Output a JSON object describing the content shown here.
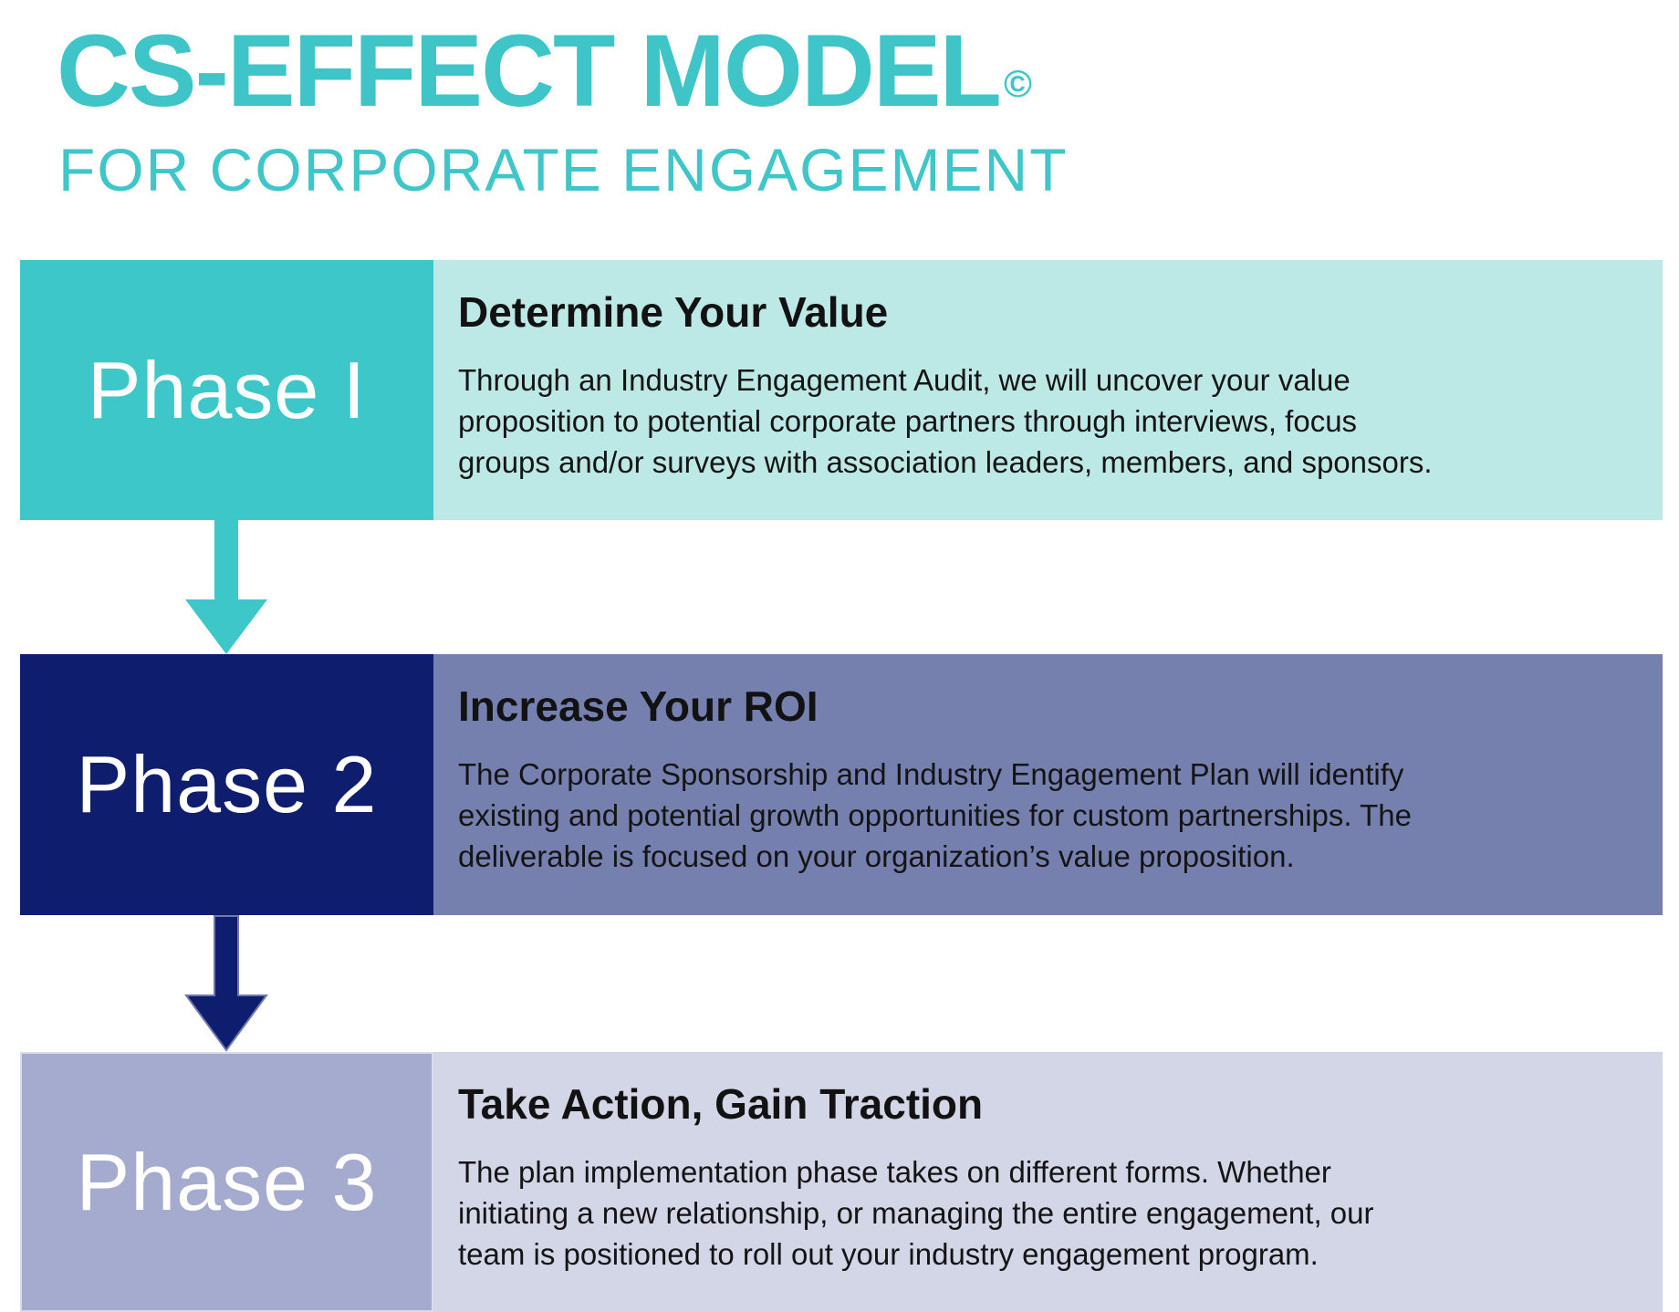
{
  "header": {
    "title": "CS-EFFECT MODEL",
    "copyright": "©",
    "subtitle": "FOR CORPORATE ENGAGEMENT"
  },
  "phases": [
    {
      "label": "Phase I",
      "heading": "Determine Your Value",
      "body": "Through an Industry Engagement Audit, we will uncover your value\nproposition to potential corporate partners through interviews, focus\ngroups and/or surveys with association leaders, members, and sponsors."
    },
    {
      "label": "Phase 2",
      "heading": "Increase Your ROI",
      "body": "The Corporate Sponsorship and Industry Engagement Plan will identify\nexisting and potential growth opportunities for custom partnerships. The\ndeliverable is focused on your organization’s value proposition."
    },
    {
      "label": "Phase 3",
      "heading": "Take Action, Gain Traction",
      "body": "The plan implementation phase takes on different forms. Whether\ninitiating a new relationship, or managing the entire engagement, our\nteam is positioned to roll out your industry engagement program."
    }
  ],
  "arrows": [
    {
      "name": "arrow-phase1-to-phase2",
      "color": "#3ec7c9"
    },
    {
      "name": "arrow-phase2-to-phase3",
      "color": "#0f1d6e",
      "outline": "#7079ae"
    }
  ],
  "colors": {
    "title_teal": "#3fc5c8",
    "phase1_label_bg": "#3ec7c9",
    "phase1_content_bg": "#bce9e6",
    "phase2_label_bg": "#0f1d6e",
    "phase2_content_bg": "#7680af",
    "phase3_label_bg": "#a4abce",
    "phase3_content_bg": "#d3d6e7",
    "label_text": "#ffffff",
    "body_text": "#141414"
  }
}
